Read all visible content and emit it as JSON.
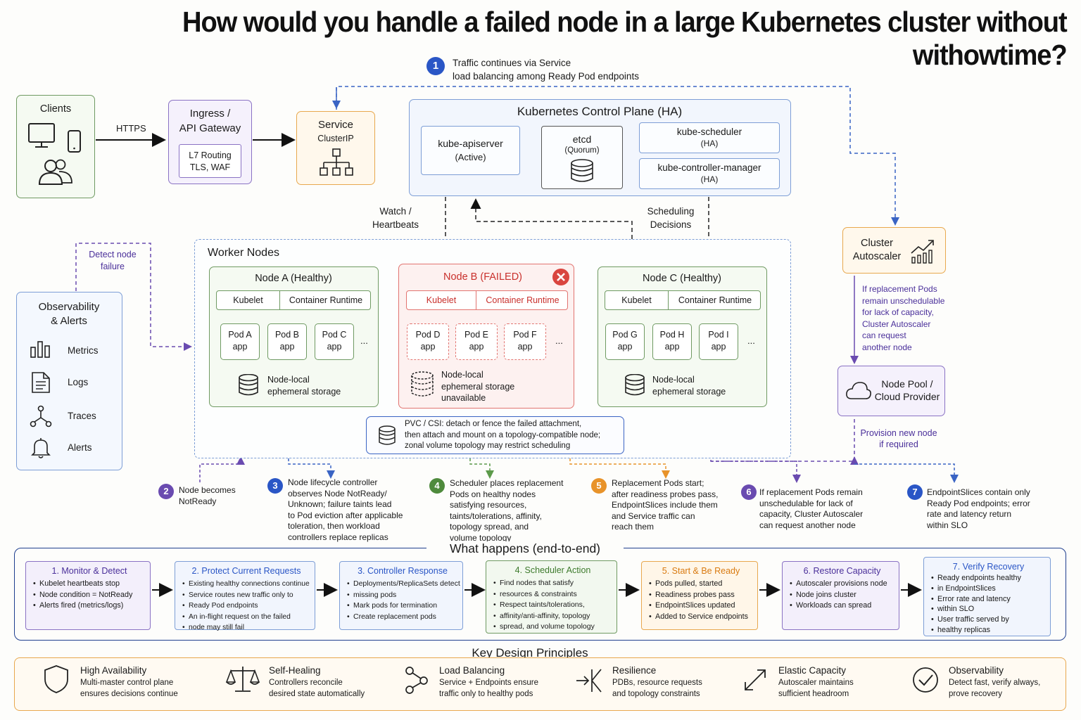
{
  "title": "How would you handle a failed node in a large Kubernetes cluster without withowtime?",
  "colors": {
    "green": "#6f9a62",
    "purple": "#6a4bb0",
    "orange": "#e8932a",
    "blue": "#3a64c4",
    "red": "#d9453f",
    "navy": "#1f3f8f"
  },
  "step1": {
    "num": "1",
    "line1": "Traffic continues via Service",
    "line2": "load balancing among Ready Pod endpoints"
  },
  "clients": {
    "label": "Clients",
    "protocol": "HTTPS"
  },
  "ingress": {
    "title1": "Ingress /",
    "title2": "API Gateway",
    "inner1": "L7 Routing",
    "inner2": "TLS, WAF"
  },
  "service": {
    "title": "Service",
    "sub": "ClusterIP"
  },
  "control_plane": {
    "title": "Kubernetes Control Plane (HA)",
    "apiserver": {
      "name": "kube-apiserver",
      "state": "(Active)"
    },
    "etcd": {
      "name": "etcd",
      "state": "(Quorum)"
    },
    "scheduler": {
      "name": "kube-scheduler",
      "state": "(HA)"
    },
    "controller": {
      "name": "kube-controller-manager",
      "state": "(HA)"
    }
  },
  "labels": {
    "watch1": "Watch /",
    "watch2": "Heartbeats",
    "sched1": "Scheduling",
    "sched2": "Decisions",
    "detect1": "Detect node",
    "detect2": "failure",
    "autoscaler_note": [
      "If replacement Pods",
      "remain unschedulable",
      "for lack of capacity,",
      "Cluster Autoscaler",
      "can request",
      "another node"
    ],
    "provision1": "Provision new node",
    "provision2": "if required"
  },
  "autoscaler": {
    "line1": "Cluster",
    "line2": "Autoscaler"
  },
  "nodepool": {
    "line1": "Node Pool /",
    "line2": "Cloud Provider"
  },
  "observability": {
    "title1": "Observability",
    "title2": "& Alerts",
    "items": [
      "Metrics",
      "Logs",
      "Traces",
      "Alerts"
    ]
  },
  "workers": {
    "title": "Worker Nodes",
    "kubelet": "Kubelet",
    "runtime": "Container Runtime",
    "more": "...",
    "app": "app",
    "nodeA": {
      "title": "Node A (Healthy)",
      "pods": [
        "Pod A",
        "Pod B",
        "Pod C"
      ],
      "storage1": "Node-local",
      "storage2": "ephemeral storage"
    },
    "nodeB": {
      "title": "Node B (FAILED)",
      "pods": [
        "Pod D",
        "Pod E",
        "Pod F"
      ],
      "storage1": "Node-local",
      "storage2": "ephemeral storage",
      "storage3": "unavailable"
    },
    "nodeC": {
      "title": "Node C (Healthy)",
      "pods": [
        "Pod G",
        "Pod H",
        "Pod I"
      ],
      "storage1": "Node-local",
      "storage2": "ephemeral storage"
    },
    "pvc": [
      "PVC / CSI: detach or fence the failed attachment,",
      "then attach and mount on a topology-compatible node;",
      "zonal volume topology may restrict scheduling"
    ]
  },
  "steps": [
    {
      "num": "2",
      "lines": [
        "Node becomes",
        "NotReady"
      ]
    },
    {
      "num": "3",
      "lines": [
        "Node lifecycle controller",
        "observes Node NotReady/",
        "Unknown; failure taints lead",
        "to Pod eviction after applicable",
        "toleration, then workload",
        "controllers replace replicas"
      ]
    },
    {
      "num": "4",
      "lines": [
        "Scheduler places replacement",
        "Pods on healthy nodes",
        "satisfying resources,",
        "taints/tolerations, affinity,",
        "topology spread, and",
        "volume topology"
      ]
    },
    {
      "num": "5",
      "lines": [
        "Replacement Pods start;",
        "after readiness probes pass,",
        "EndpointSlices include them",
        "and Service traffic can",
        "reach them"
      ]
    },
    {
      "num": "6",
      "lines": [
        "If replacement Pods remain",
        "unschedulable for lack of",
        "capacity, Cluster Autoscaler",
        "can request another node"
      ]
    },
    {
      "num": "7",
      "lines": [
        "EndpointSlices contain only",
        "Ready Pod endpoints; error",
        "rate and latency return",
        "within SLO"
      ]
    }
  ],
  "e2e": {
    "title": "What happens (end-to-end)",
    "cards": [
      {
        "title": "1. Monitor & Detect",
        "items": [
          "Kubelet heartbeats stop",
          "Node condition = NotReady",
          "Alerts fired (metrics/logs)"
        ]
      },
      {
        "title": "2. Protect Current Requests",
        "items": [
          "Existing healthy connections continue",
          "Service routes new traffic only to",
          "Ready Pod endpoints",
          "An in-flight request on the failed",
          "node may still fail"
        ]
      },
      {
        "title": "3. Controller Response",
        "items": [
          "Deployments/ReplicaSets detect",
          "missing pods",
          "Mark pods for termination",
          "Create replacement pods"
        ]
      },
      {
        "title": "4. Scheduler Action",
        "items": [
          "Find nodes that satisfy",
          "resources & constraints",
          "Respect taints/tolerations,",
          "affinity/anti-affinity, topology",
          "spread, and volume topology"
        ]
      },
      {
        "title": "5. Start & Be Ready",
        "items": [
          "Pods pulled, started",
          "Readiness probes pass",
          "EndpointSlices updated",
          "Added to Service endpoints"
        ]
      },
      {
        "title": "6. Restore Capacity",
        "items": [
          "Autoscaler provisions node",
          "Node joins cluster",
          "Workloads can spread"
        ]
      },
      {
        "title": "7. Verify Recovery",
        "items": [
          "Ready endpoints healthy",
          "in EndpointSlices",
          "Error rate and latency",
          "within SLO",
          "User traffic served by",
          "healthy replicas"
        ]
      }
    ]
  },
  "principles": {
    "title": "Key Design Principles",
    "items": [
      {
        "name": "High Availability",
        "l1": "Multi-master control plane",
        "l2": "ensures decisions continue",
        "icon": "shield-icon"
      },
      {
        "name": "Self-Healing",
        "l1": "Controllers reconcile",
        "l2": "desired state automatically",
        "icon": "scale-icon"
      },
      {
        "name": "Load Balancing",
        "l1": "Service + Endpoints ensure",
        "l2": "traffic only to healthy pods",
        "icon": "share-icon"
      },
      {
        "name": "Resilience",
        "l1": "PDBs, resource requests",
        "l2": "and topology constraints",
        "icon": "converge-icon"
      },
      {
        "name": "Elastic Capacity",
        "l1": "Autoscaler maintains",
        "l2": "sufficient headroom",
        "icon": "expand-icon"
      },
      {
        "name": "Observability",
        "l1": "Detect fast, verify always,",
        "l2": "prove recovery",
        "icon": "check-circle-icon"
      }
    ]
  }
}
